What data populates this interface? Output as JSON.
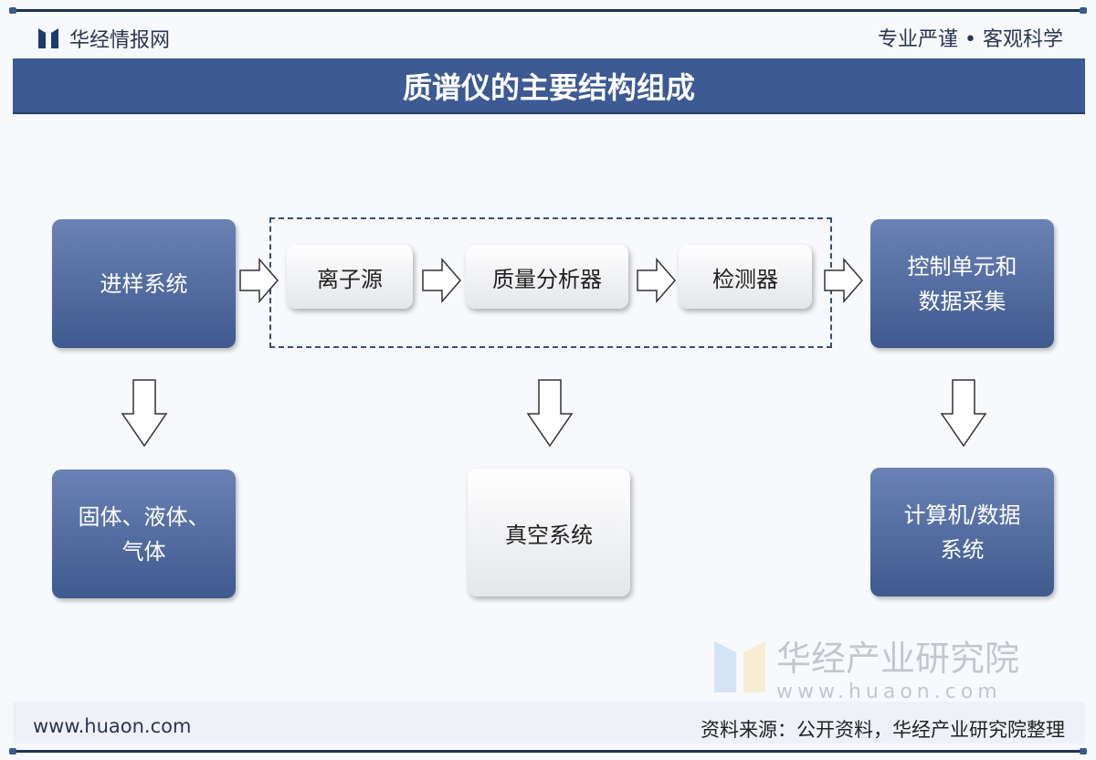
{
  "header": {
    "brand": "华经情报网",
    "motto": "专业严谨 • 客观科学"
  },
  "title": "质谱仪的主要结构组成",
  "nodes": {
    "sample_intro": "进样系统",
    "ion_source": "离子源",
    "mass_analyzer": "质量分析器",
    "detector": "检测器",
    "control_unit": "控制单元和\n数据采集",
    "sample_states": "固体、液体、\n气体",
    "vacuum": "真空系统",
    "computer": "计算机/数据\n系统"
  },
  "watermark": {
    "name": "华经产业研究院",
    "url": "www.huaon.com"
  },
  "footer": {
    "url": "www.huaon.com",
    "source": "资料来源：公开资料，华经产业研究院整理"
  },
  "colors": {
    "title_bg": "#3c5a93",
    "node_dark": "#4d669b",
    "node_light": "#f0f1f3"
  }
}
